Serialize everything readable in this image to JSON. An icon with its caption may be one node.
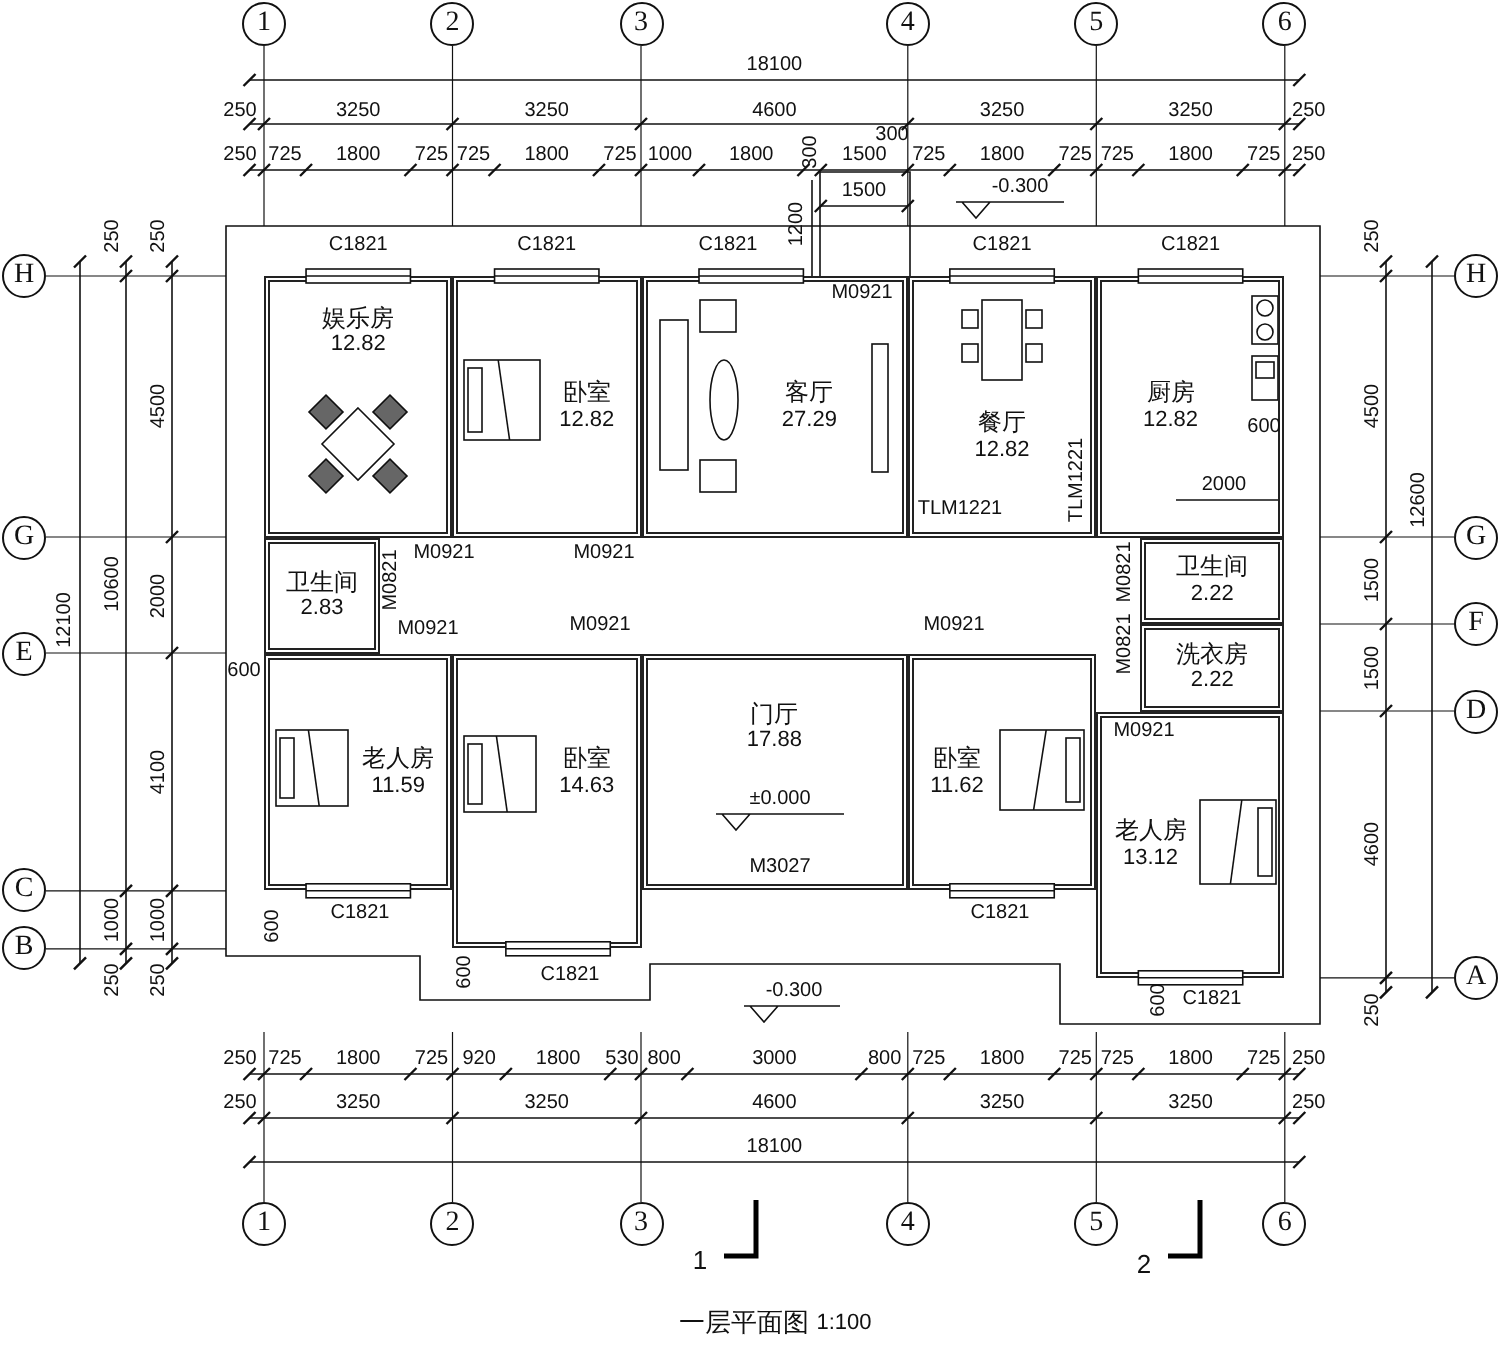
{
  "diagram": {
    "title": "一层平面图",
    "nodes": [
      {
        "text": [
          "1"
        ]
      },
      {
        "text": [
          "2"
        ]
      },
      {
        "text": [
          "3"
        ]
      },
      {
        "text": [
          "4"
        ]
      },
      {
        "text": [
          "5"
        ]
      },
      {
        "text": [
          "6"
        ]
      },
      {
        "text": [
          "H"
        ]
      },
      {
        "text": [
          "G"
        ]
      },
      {
        "text": [
          "E"
        ]
      },
      {
        "text": [
          "C"
        ]
      },
      {
        "text": [
          "B"
        ]
      },
      {
        "text": [
          "H"
        ]
      },
      {
        "text": [
          "G"
        ]
      },
      {
        "text": [
          "F"
        ]
      },
      {
        "text": [
          "D"
        ]
      },
      {
        "text": [
          "A"
        ]
      },
      {
        "text": [
          "娱乐房",
          "12.82"
        ]
      },
      {
        "text": [
          "卧室",
          "12.82"
        ]
      },
      {
        "text": [
          "客厅",
          "27.29"
        ]
      },
      {
        "text": [
          "餐厅",
          "12.82"
        ]
      },
      {
        "text": [
          "厨房",
          "12.82"
        ]
      },
      {
        "text": [
          "卫生间",
          "2.83"
        ]
      },
      {
        "text": [
          "卫生间",
          "2.22"
        ]
      },
      {
        "text": [
          "洗衣房",
          "2.22"
        ]
      },
      {
        "text": [
          "老人房",
          "11.59"
        ]
      },
      {
        "text": [
          "卧室",
          "14.63"
        ]
      },
      {
        "text": [
          "门厅",
          "17.88"
        ]
      },
      {
        "text": [
          "卧室",
          "11.62"
        ]
      },
      {
        "text": [
          "老人房",
          "13.12"
        ]
      },
      {
        "text": [
          "1"
        ]
      },
      {
        "text": [
          "2"
        ]
      },
      {
        "text": [
          "3"
        ]
      },
      {
        "text": [
          "4"
        ]
      },
      {
        "text": [
          "5"
        ]
      },
      {
        "text": [
          "6"
        ]
      }
    ],
    "labels": [
      "18100",
      "250",
      "3250",
      "3250",
      "4600",
      "3250",
      "3250",
      "250",
      "300",
      "250",
      "725",
      "1800",
      "725",
      "725",
      "1800",
      "725",
      "1000",
      "1800",
      "300",
      "1500",
      "725",
      "1800",
      "725",
      "725",
      "1800",
      "725",
      "250",
      "1500",
      "1200",
      "-0.300",
      "C1821",
      "C1821",
      "C1821",
      "C1821",
      "C1821",
      "M0921",
      "250",
      "250",
      "4500",
      "10600",
      "2000",
      "12100",
      "4100",
      "600",
      "1000",
      "1000",
      "250",
      "250",
      "250",
      "4500",
      "600",
      "2000",
      "1500",
      "12600",
      "1500",
      "4600",
      "250",
      "TLM1221",
      "TLM1221",
      "M0921",
      "M0921",
      "M0821",
      "M0821",
      "M0921",
      "M0921",
      "M0921",
      "M0821",
      "M0921",
      "±0.000",
      "M3027",
      "C1821",
      "C1821",
      "600",
      "C1821",
      "600",
      "-0.300",
      "C1821",
      "600",
      "250",
      "725",
      "1800",
      "725",
      "920",
      "1800",
      "530",
      "800",
      "3000",
      "800",
      "725",
      "1800",
      "725",
      "725",
      "1800",
      "725",
      "250",
      "250",
      "3250",
      "3250",
      "4600",
      "3250",
      "3250",
      "250",
      "18100",
      "1",
      "2",
      "1:100"
    ]
  }
}
